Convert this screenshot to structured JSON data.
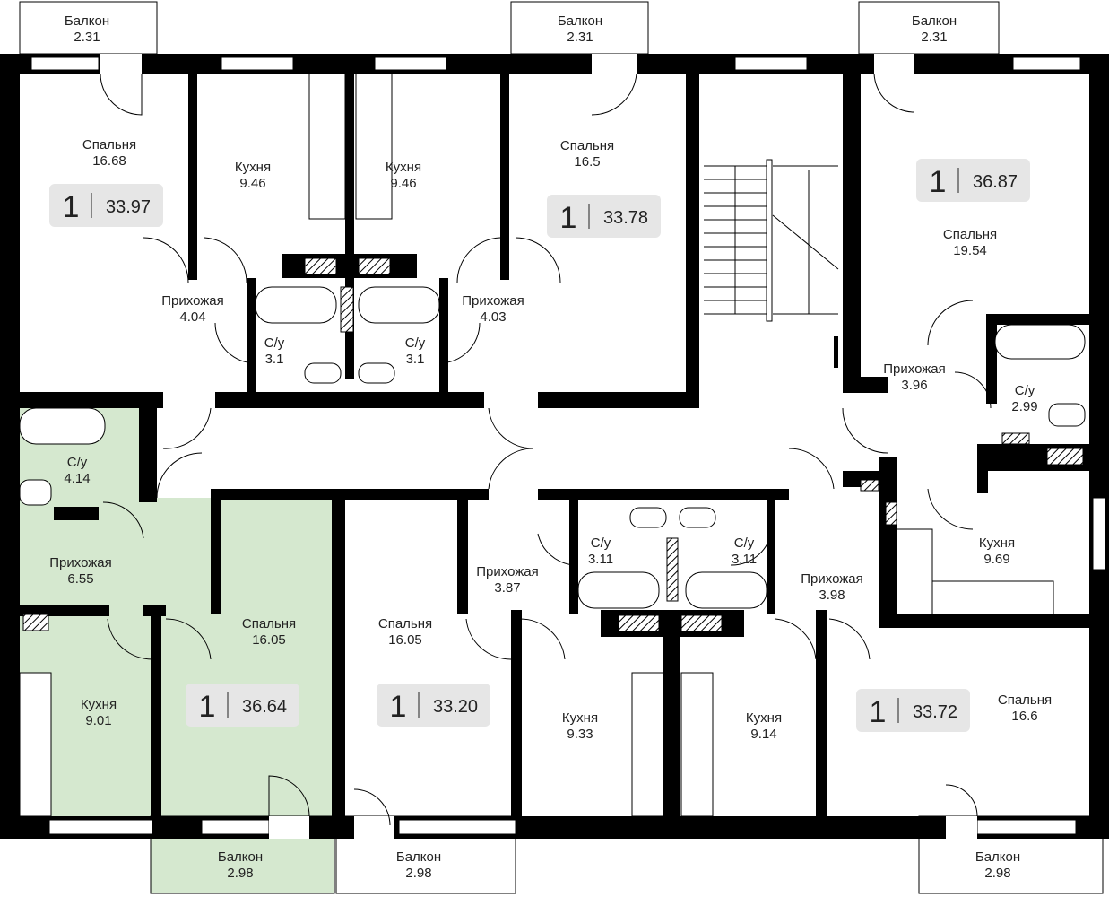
{
  "colors": {
    "wall": "#000000",
    "highlight": "#d5e8cf",
    "badge": "#e6e6e6",
    "fixture": "#ffffff"
  },
  "apartments": [
    {
      "id": "apt-1",
      "rooms": "1",
      "area": "33.97"
    },
    {
      "id": "apt-2",
      "rooms": "1",
      "area": "33.78"
    },
    {
      "id": "apt-3",
      "rooms": "1",
      "area": "36.87"
    },
    {
      "id": "apt-4",
      "rooms": "1",
      "area": "36.64",
      "highlighted": true
    },
    {
      "id": "apt-5",
      "rooms": "1",
      "area": "33.20"
    },
    {
      "id": "apt-6",
      "rooms": "1",
      "area": "33.72"
    }
  ],
  "rooms": [
    {
      "name": "Балкон",
      "area": "2.31"
    },
    {
      "name": "Балкон",
      "area": "2.31"
    },
    {
      "name": "Балкон",
      "area": "2.31"
    },
    {
      "name": "Спальня",
      "area": "16.68"
    },
    {
      "name": "Кухня",
      "area": "9.46"
    },
    {
      "name": "Кухня",
      "area": "9.46"
    },
    {
      "name": "Спальня",
      "area": "16.5"
    },
    {
      "name": "Спальня",
      "area": "19.54"
    },
    {
      "name": "Прихожая",
      "area": "4.04"
    },
    {
      "name": "С/у",
      "area": "3.1"
    },
    {
      "name": "С/у",
      "area": "3.1"
    },
    {
      "name": "Прихожая",
      "area": "4.03"
    },
    {
      "name": "Прихожая",
      "area": "3.96"
    },
    {
      "name": "С/у",
      "area": "2.99"
    },
    {
      "name": "С/у",
      "area": "4.14"
    },
    {
      "name": "Прихожая",
      "area": "6.55"
    },
    {
      "name": "Кухня",
      "area": "9.01"
    },
    {
      "name": "Спальня",
      "area": "16.05"
    },
    {
      "name": "Спальня",
      "area": "16.05"
    },
    {
      "name": "Прихожая",
      "area": "3.87"
    },
    {
      "name": "С/у",
      "area": "3.11"
    },
    {
      "name": "С/у",
      "area": "3.11"
    },
    {
      "name": "Прихожая",
      "area": "3.98"
    },
    {
      "name": "Кухня",
      "area": "9.69"
    },
    {
      "name": "Кухня",
      "area": "9.33"
    },
    {
      "name": "Кухня",
      "area": "9.14"
    },
    {
      "name": "Спальня",
      "area": "16.6"
    },
    {
      "name": "Балкон",
      "area": "2.98"
    },
    {
      "name": "Балкон",
      "area": "2.98"
    },
    {
      "name": "Балкон",
      "area": "2.98"
    }
  ]
}
